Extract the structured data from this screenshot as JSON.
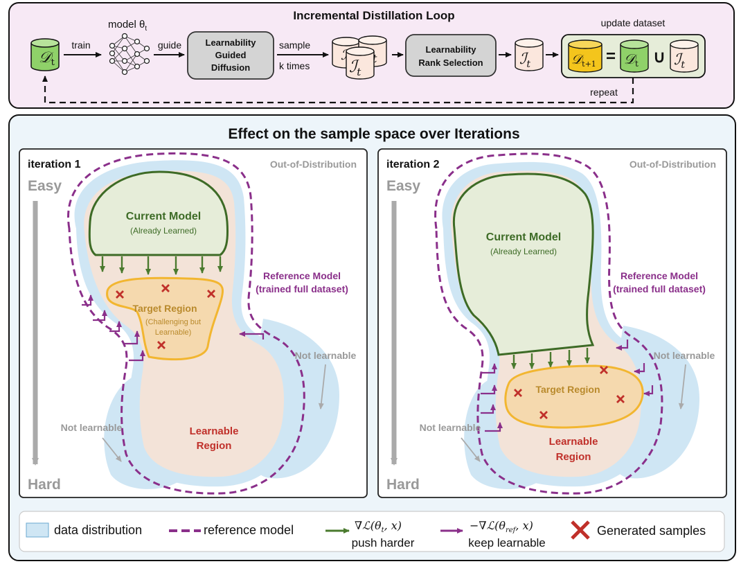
{
  "top_panel": {
    "title": "Incremental Distillation Loop",
    "dataset_symbol": "𝒟",
    "dataset_sub": "t",
    "model_label": "model θ",
    "model_sub": "t",
    "arrow_train": "train",
    "arrow_guide": "guide",
    "diffusion_box": [
      "Learnability",
      "Guided",
      "Diffusion"
    ],
    "sample_text": [
      "sample",
      "k times"
    ],
    "candidates_symbol": "ℐ",
    "candidates_sub": "t",
    "rank_box": [
      "Learnability",
      "Rank Selection"
    ],
    "selected_symbol": "ℐ",
    "selected_sub": "t",
    "update_label": "update dataset",
    "new_dataset_symbol": "𝒟",
    "new_dataset_sub": "t+1",
    "equals": "=",
    "union": "∪",
    "repeat_label": "repeat"
  },
  "bottom_panel": {
    "title": "Effect on the sample space over Iterations",
    "iterations": [
      {
        "label": "iteration 1",
        "ood": "Out-of-Distribution",
        "easy": "Easy",
        "hard": "Hard",
        "current_model": "Current Model",
        "current_model_sub": "(Already Learned)",
        "reference_model": "Reference Model",
        "reference_model_sub": "(trained full dataset)",
        "target_region": "Target Region",
        "target_region_sub": [
          "(Challenging but",
          "Learnable)"
        ],
        "not_learnable_right": "Not learnable",
        "not_learnable_left": "Not learnable",
        "learnable_region": [
          "Learnable",
          "Region"
        ]
      },
      {
        "label": "iteration 2",
        "ood": "Out-of-Distribution",
        "easy": "Easy",
        "hard": "Hard",
        "current_model": "Current Model",
        "current_model_sub": "(Already Learned)",
        "reference_model": "Reference Model",
        "reference_model_sub": "(trained full dataset)",
        "target_region": "Target Region",
        "not_learnable_right": "Not learnable",
        "not_learnable_left": "Not learnable",
        "learnable_region": [
          "Learnable",
          "Region"
        ]
      }
    ]
  },
  "legend": {
    "data_distribution": "data distribution",
    "reference_model": "reference model",
    "grad_current": "∇ℒ(θ",
    "grad_current_sub": "t",
    "grad_current_tail": ", x)",
    "push_harder": "push harder",
    "grad_ref": "−∇ℒ(θ",
    "grad_ref_sub": "ref",
    "grad_ref_tail": ", x)",
    "keep_learnable": "keep learnable",
    "generated_samples": "Generated samples"
  },
  "colors": {
    "purple": "#8a2f8a",
    "green": "#4a7a2e",
    "dark_green": "#3d6b26",
    "red": "#c0302a",
    "blue_fill": "#cfe6f4",
    "peach_fill": "#f3e3d8",
    "target_fill": "#f5d9ae",
    "target_stroke": "#f2b630",
    "current_fill": "#e6edd9",
    "top_bg": "#f7e9f5",
    "bottom_bg": "#edf5fa",
    "gray_box": "#d4d4d4",
    "gray_text": "#999999"
  }
}
